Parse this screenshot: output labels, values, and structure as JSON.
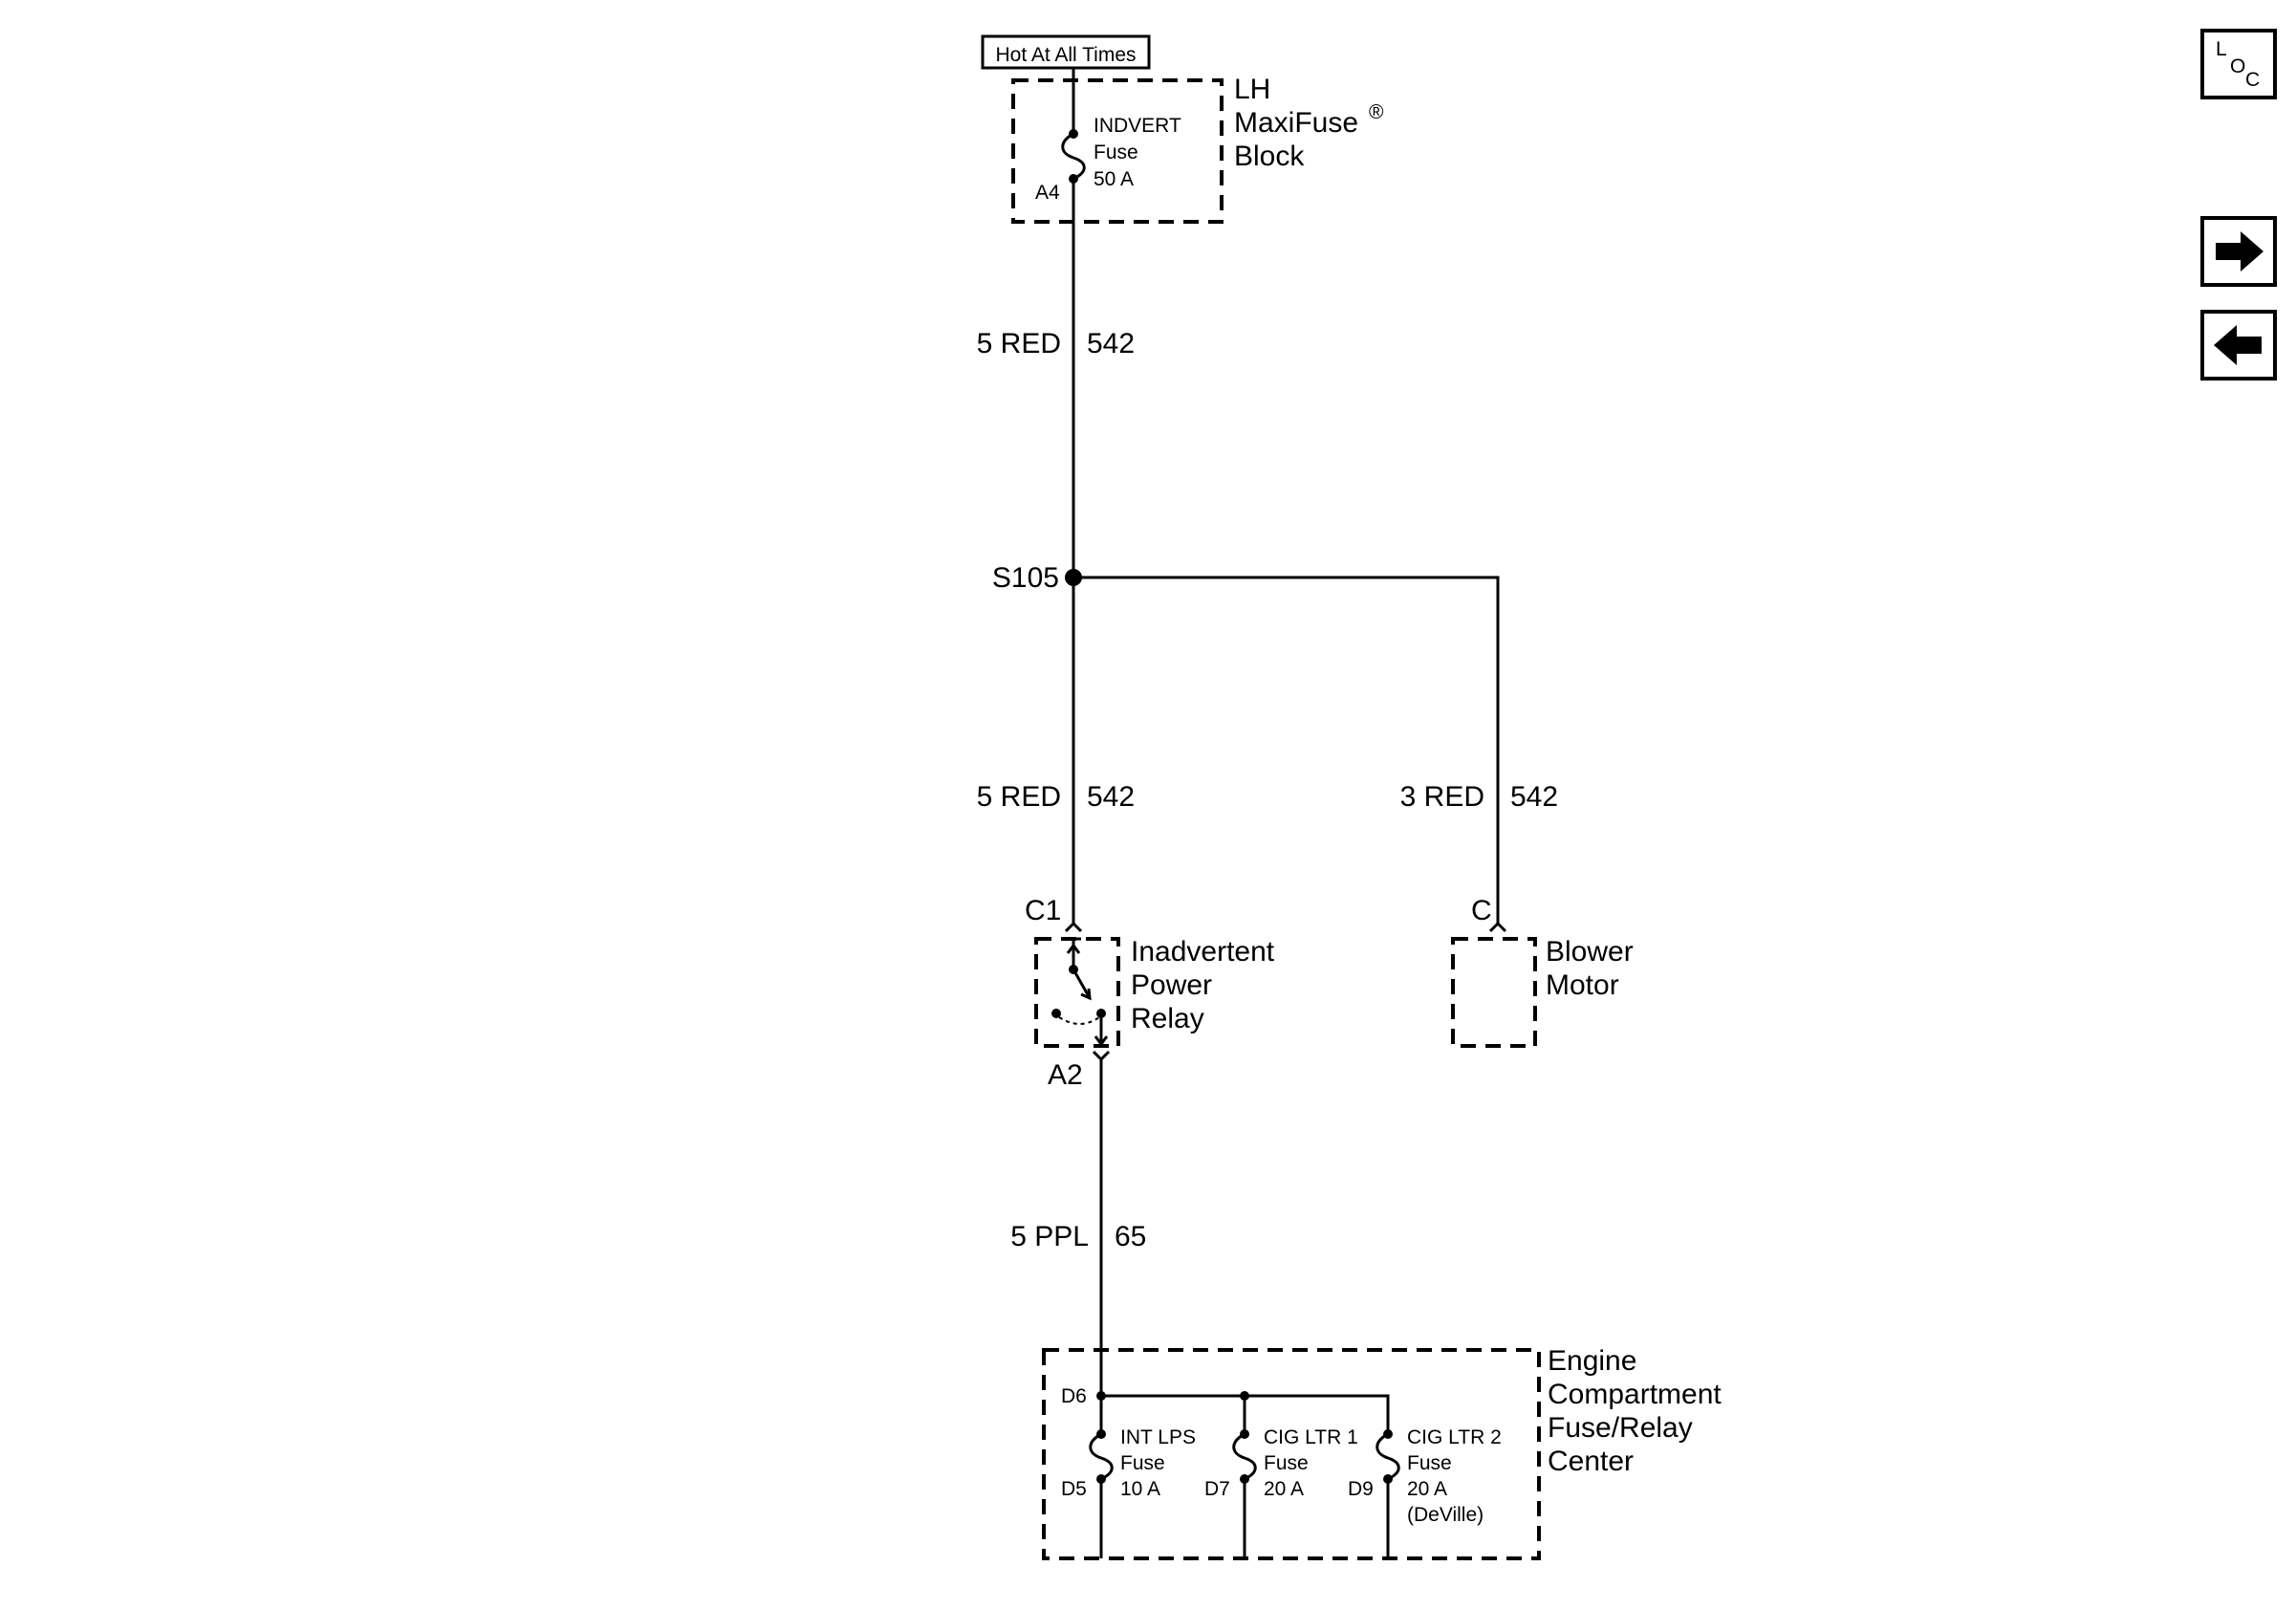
{
  "hot_label": "Hot At All Times",
  "maxifuse": {
    "name_line1": "LH",
    "name_line2": "MaxiFuse",
    "registered": "®",
    "name_line3": "Block",
    "fuse_name": "INDVERT",
    "fuse_word": "Fuse",
    "fuse_rating": "50 A",
    "terminal": "A4"
  },
  "wires": {
    "w1_size_color": "5 RED",
    "w1_circuit": "542",
    "w2_size_color": "5 RED",
    "w2_circuit": "542",
    "w3_size_color": "3 RED",
    "w3_circuit": "542",
    "w4_size_color": "5 PPL",
    "w4_circuit": "65"
  },
  "splice": "S105",
  "relay": {
    "connector_in": "C1",
    "connector_out": "A2",
    "name_line1": "Inadvertent",
    "name_line2": "Power",
    "name_line3": "Relay"
  },
  "blower": {
    "connector": "C",
    "name_line1": "Blower",
    "name_line2": "Motor"
  },
  "fuse_center": {
    "name_line1": "Engine",
    "name_line2": "Compartment",
    "name_line3": "Fuse/Relay",
    "name_line4": "Center",
    "input_terminal": "D6",
    "fuses": [
      {
        "name": "INT LPS",
        "word": "Fuse",
        "rating": "10 A",
        "note": "",
        "terminal": "D5"
      },
      {
        "name": "CIG LTR 1",
        "word": "Fuse",
        "rating": "20 A",
        "note": "",
        "terminal": "D7"
      },
      {
        "name": "CIG LTR 2",
        "word": "Fuse",
        "rating": "20 A",
        "note": "(DeVille)",
        "terminal": "D9"
      }
    ]
  },
  "nav": {
    "loc_l": "L",
    "loc_o": "O",
    "loc_c": "C",
    "next_icon": "arrow-right-icon",
    "prev_icon": "arrow-left-icon"
  }
}
